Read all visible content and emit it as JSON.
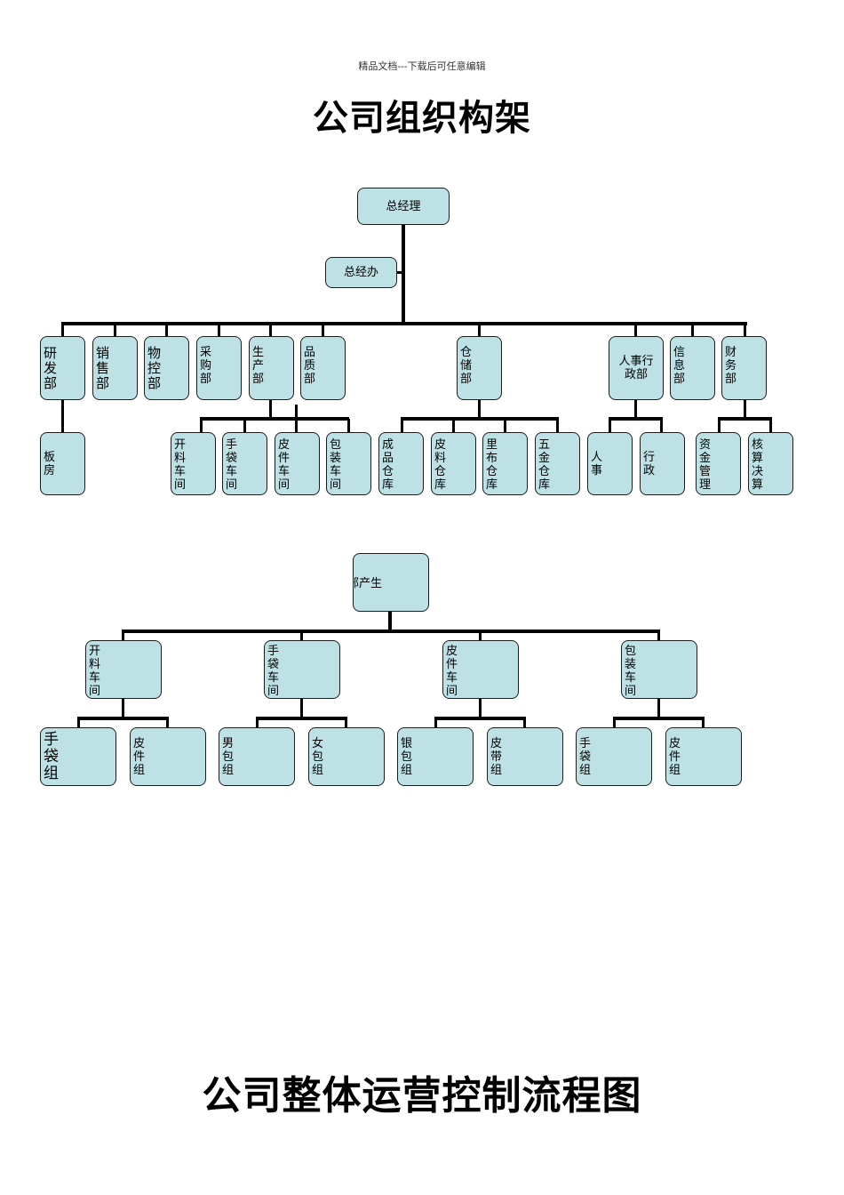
{
  "header": {
    "watermark": "精品文档---下载后可任意编辑",
    "title": "公司组织构架",
    "footer_title": "公司整体运营控制流程图"
  },
  "org_chart": {
    "root": "总经理",
    "office": "总经办",
    "departments": [
      {
        "label": "研发部",
        "children": [
          "板房"
        ]
      },
      {
        "label": "销售部",
        "children": []
      },
      {
        "label": "物控部",
        "children": []
      },
      {
        "label": "采购部",
        "children": []
      },
      {
        "label": "生产部",
        "children": [
          "开料车间",
          "手袋车间",
          "皮件车间",
          "包装车间"
        ]
      },
      {
        "label": "品质部",
        "children": []
      },
      {
        "label": "仓储部",
        "children": [
          "成品仓库",
          "皮料仓库",
          "里布仓库",
          "五金仓库"
        ]
      },
      {
        "label": "人事行政部",
        "children": [
          "人事",
          "行政"
        ]
      },
      {
        "label": "信息部",
        "children": []
      },
      {
        "label": "财务部",
        "children": [
          "资金管理",
          "核算决算"
        ]
      }
    ]
  },
  "production_chart": {
    "root": "部产生",
    "workshops": [
      {
        "label": "开料车间",
        "groups": [
          "手袋组",
          "皮件组"
        ]
      },
      {
        "label": "手袋车间",
        "groups": [
          "男包组",
          "女包组"
        ]
      },
      {
        "label": "皮件车间",
        "groups": [
          "银包组",
          "皮带组"
        ]
      },
      {
        "label": "包装车间",
        "groups": [
          "手袋组",
          "皮件组"
        ]
      }
    ]
  }
}
